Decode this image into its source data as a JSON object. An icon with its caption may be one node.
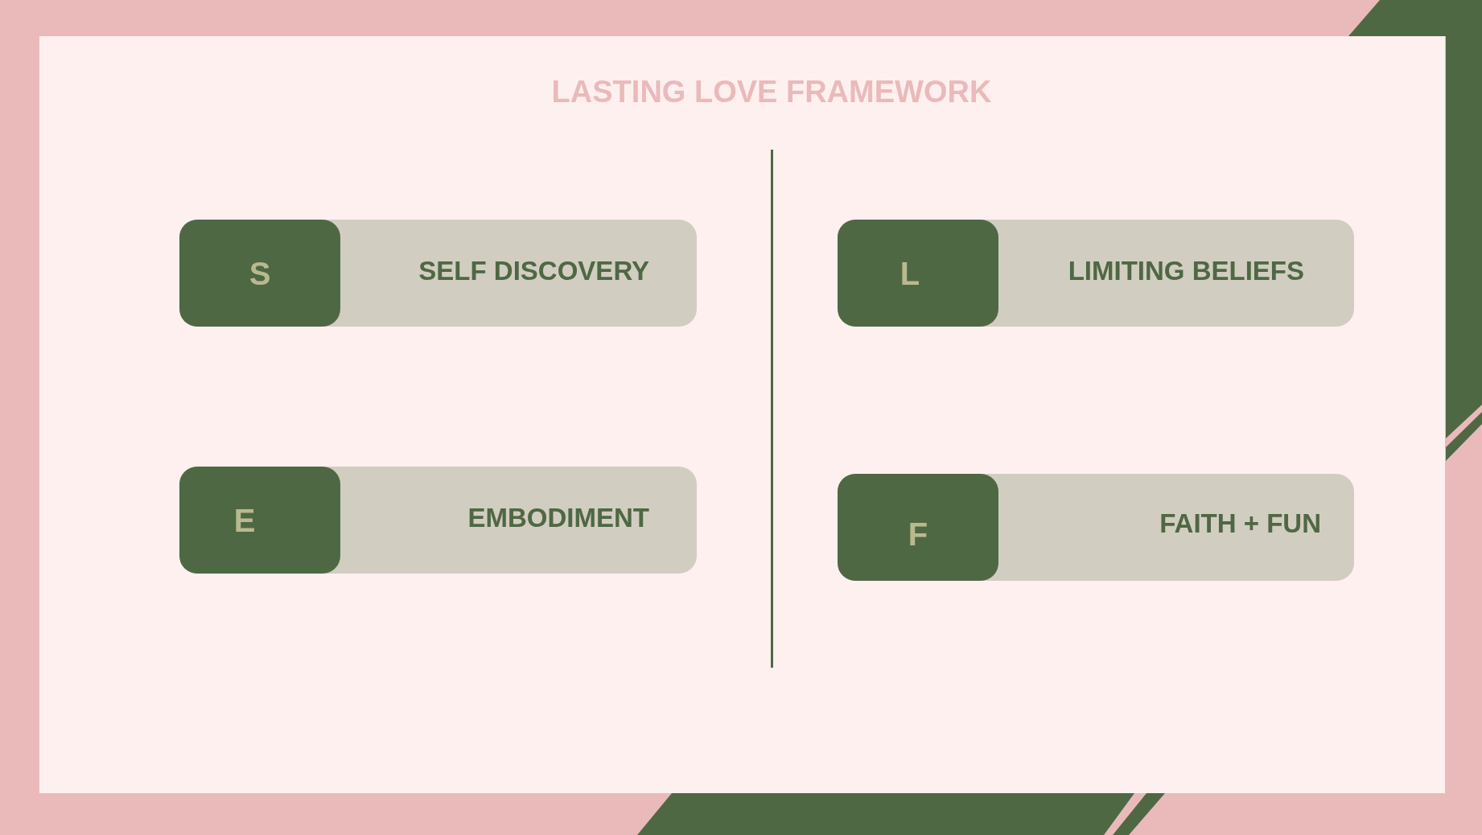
{
  "diagram": {
    "title": "LASTING LOVE FRAMEWORK",
    "nodes": [
      {
        "text": [
          "SELF DISCOVERY"
        ]
      },
      {
        "text": [
          "S"
        ],
        "in": 0
      },
      {
        "text": [
          "LIMITING BELIEFS"
        ]
      },
      {
        "text": [
          "L"
        ],
        "in": 2
      },
      {
        "text": [
          "EMBODIMENT"
        ]
      },
      {
        "text": [
          "E"
        ],
        "in": 4
      },
      {
        "text": [
          "FAITH + FUN"
        ]
      },
      {
        "text": [
          "F"
        ],
        "in": 6
      }
    ],
    "edges": []
  }
}
